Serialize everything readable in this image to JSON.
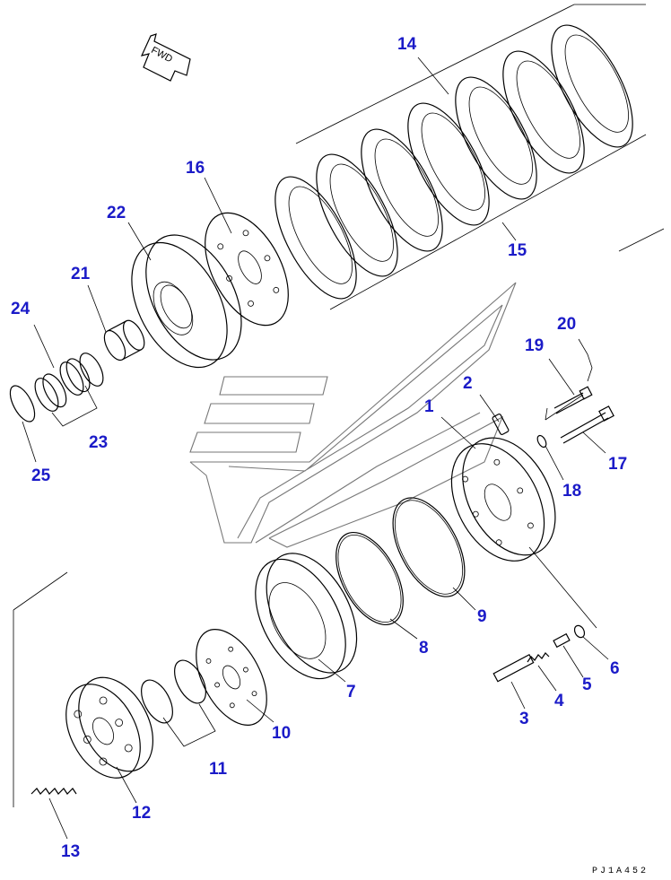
{
  "diagram": {
    "direction_label": "FWD",
    "drawing_code": "PJ1A452",
    "callouts": {
      "p1": "1",
      "p2": "2",
      "p3": "3",
      "p4": "4",
      "p5": "5",
      "p6": "6",
      "p7": "7",
      "p8": "8",
      "p9": "9",
      "p10": "10",
      "p11": "11",
      "p12": "12",
      "p13": "13",
      "p14": "14",
      "p15": "15",
      "p16": "16",
      "p17": "17",
      "p18": "18",
      "p19": "19",
      "p20": "20",
      "p21": "21",
      "p22": "22",
      "p23": "23",
      "p24": "24",
      "p25": "25"
    },
    "colors": {
      "callout": "#1b1bc8",
      "line": "#000000",
      "watermark": "#777777"
    }
  }
}
